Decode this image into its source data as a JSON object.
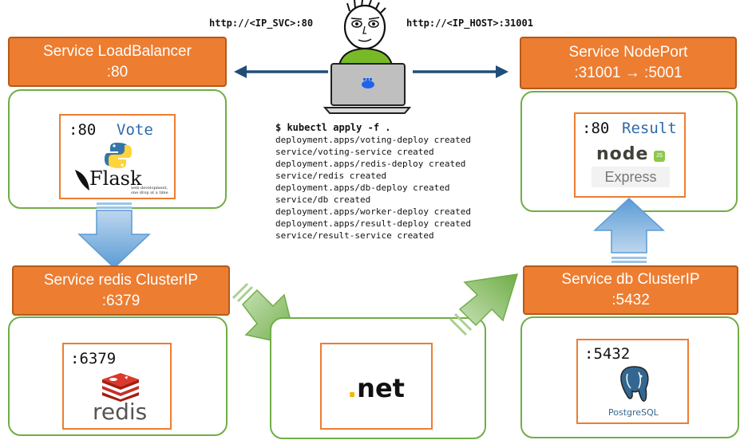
{
  "user": {
    "url_svc": "http://<IP_SVC>:80",
    "url_host": "http://<IP_HOST>:31001"
  },
  "terminal": {
    "command": "$ kubectl apply -f .",
    "output": [
      "deployment.apps/voting-deploy created",
      "service/voting-service created",
      "deployment.apps/redis-deploy created",
      "service/redis created",
      "deployment.apps/db-deploy created",
      "service/db created",
      "deployment.apps/worker-deploy created",
      "deployment.apps/result-deploy created",
      "service/result-service created"
    ]
  },
  "services": {
    "loadbalancer": {
      "line1": "Service LoadBalancer",
      "line2": ":80"
    },
    "nodeport": {
      "line1": "Service NodePort",
      "line2": ":31001 → :5001"
    },
    "redis": {
      "line1": "Service redis ClusterIP",
      "line2": ":6379"
    },
    "db": {
      "line1": "Service db ClusterIP",
      "line2": ":5432"
    }
  },
  "containers": {
    "vote": {
      "port": ":80",
      "name": "Vote",
      "logo_text": "Flask",
      "logo_sub": "web development, one drop at a time"
    },
    "result": {
      "port": ":80",
      "name": "Result",
      "logo_text": "node",
      "logo_badge": "JS",
      "logo_sub": "Express"
    },
    "redis": {
      "port": ":6379",
      "logo_text": "redis"
    },
    "worker": {
      "logo_text": ".net"
    },
    "db": {
      "port": ":5432",
      "logo_text": "PostgreSQL"
    }
  },
  "colors": {
    "service_fill": "#ed7d31",
    "pod_border": "#70ad47",
    "blue_arrow": "#9dc3e6",
    "green_arrow": "#a9d18e",
    "nav_arrow": "#1f4e79"
  }
}
